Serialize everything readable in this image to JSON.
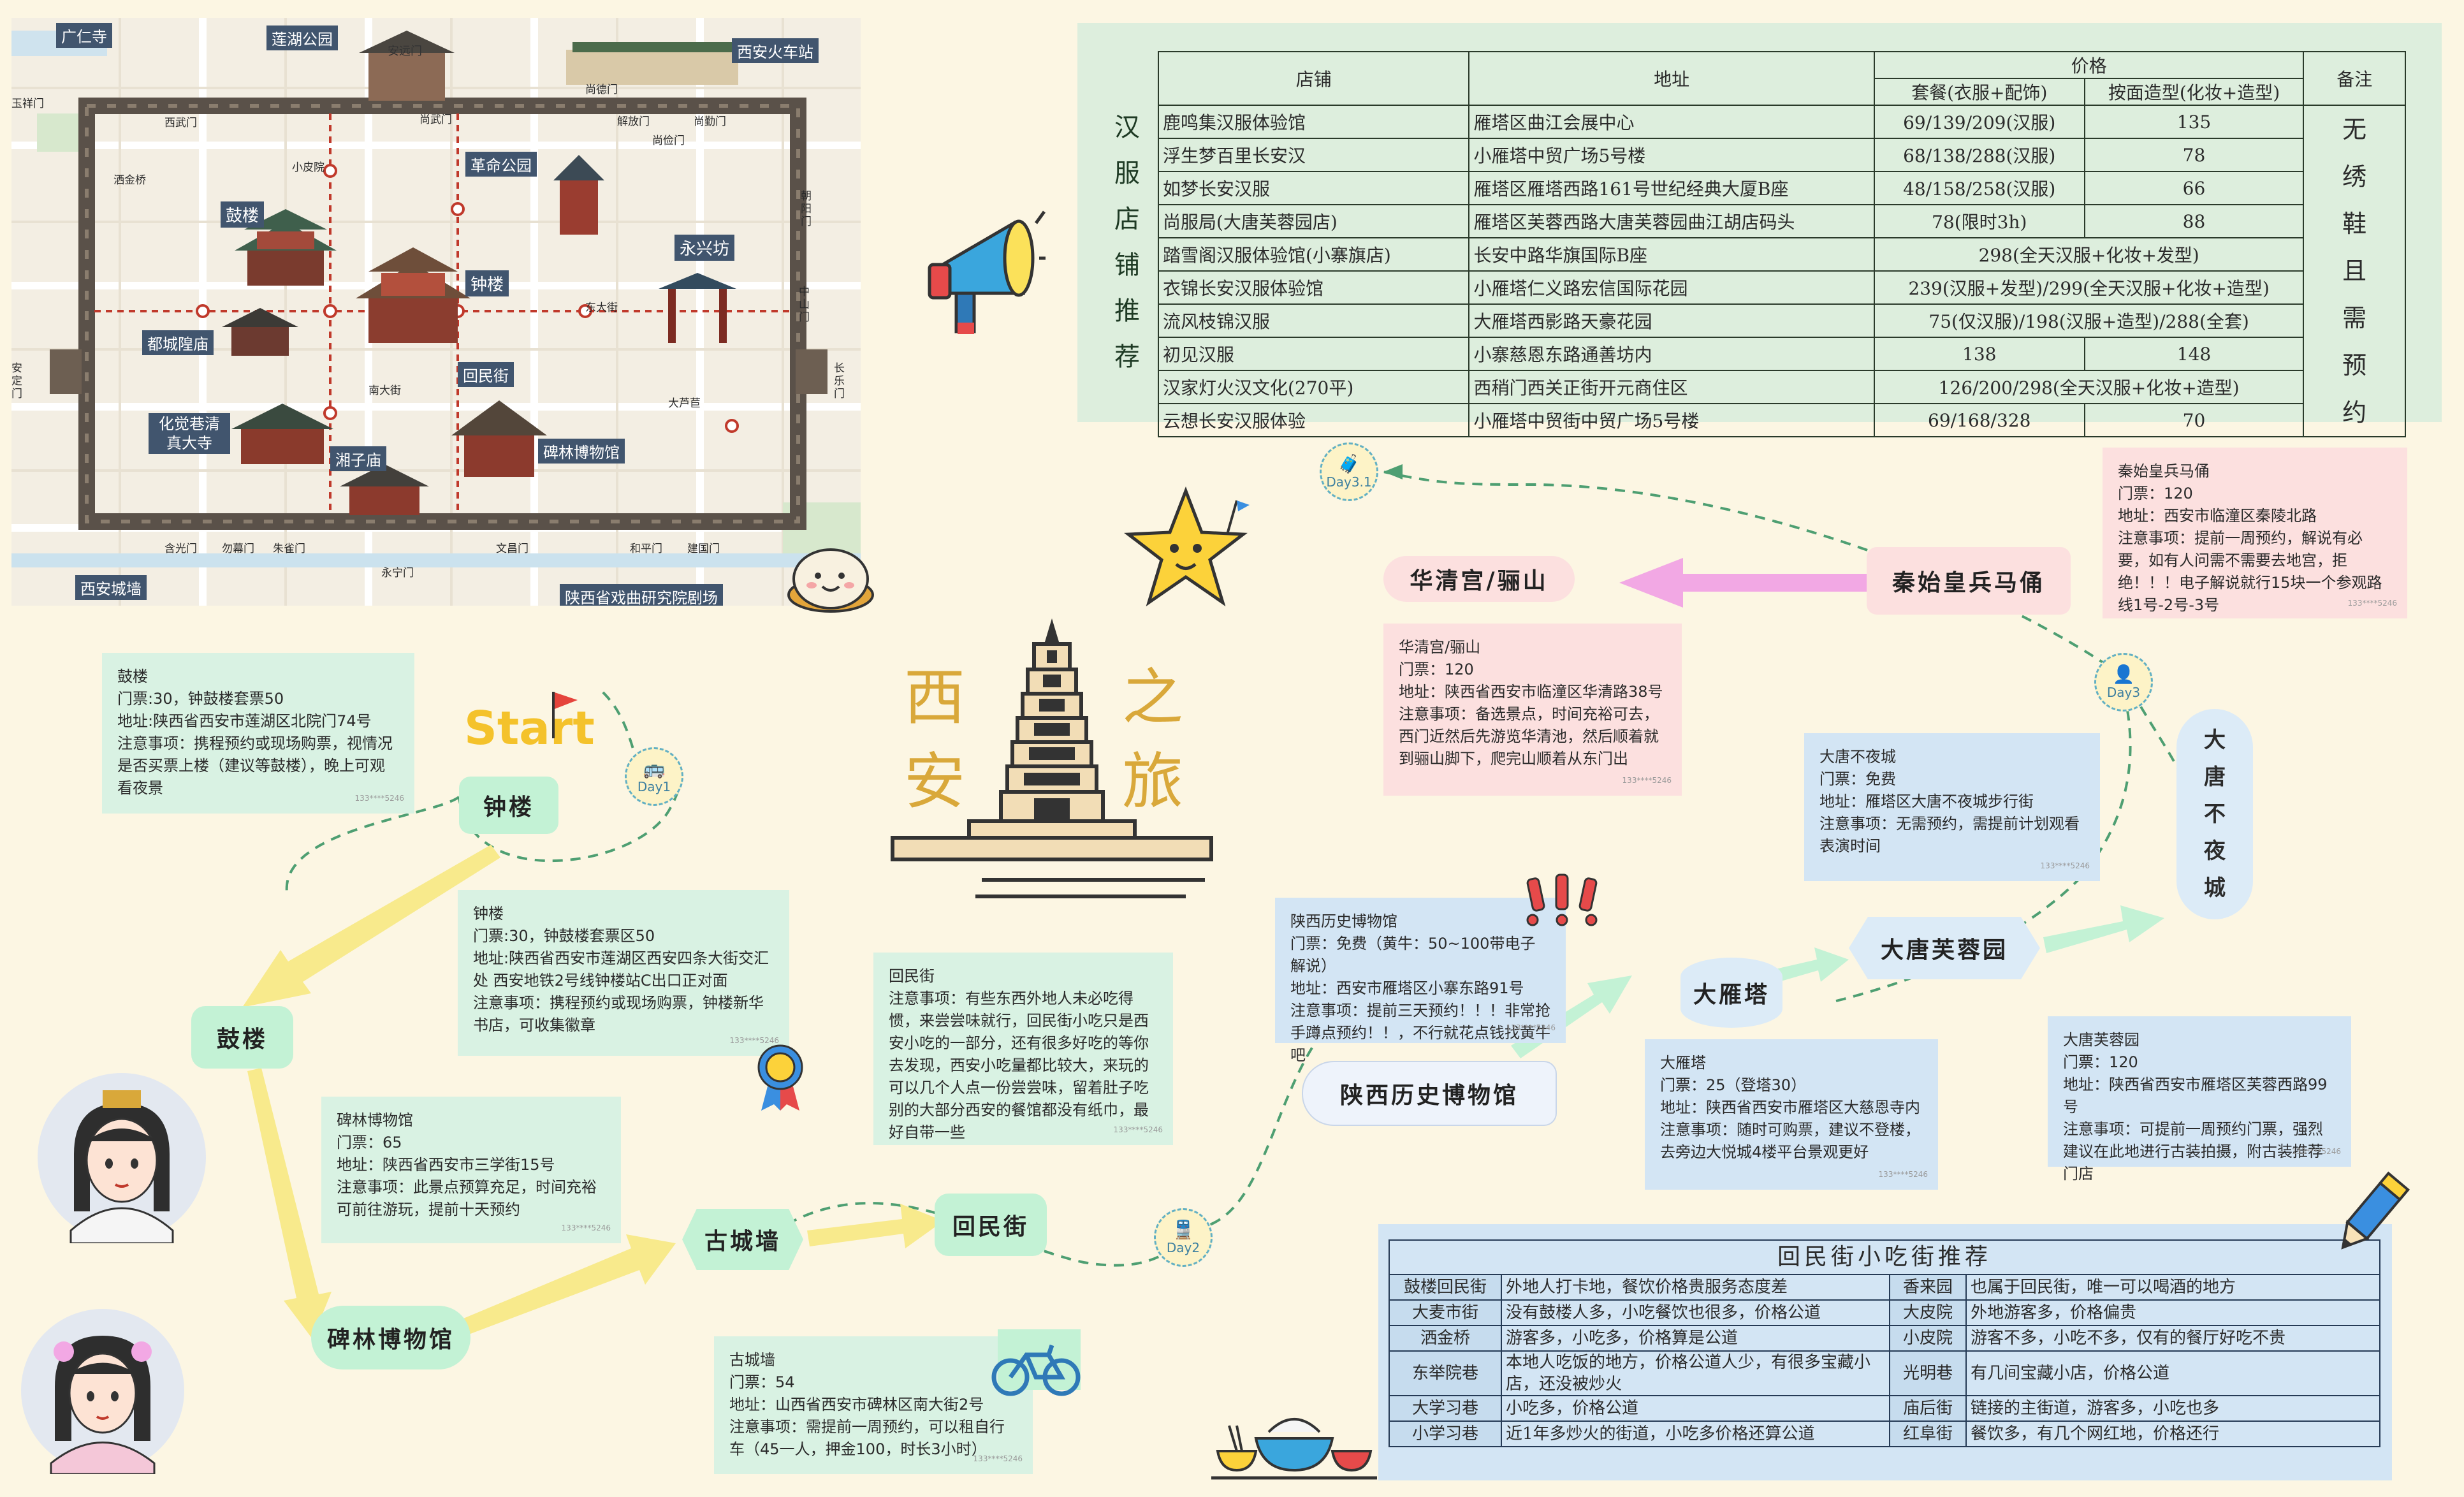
{
  "colors": {
    "page_bg": "#fcf6e3",
    "note_green": "#d9f2e3",
    "note_pink": "#fce0df",
    "note_blue": "#d3e5f4",
    "arrow_yellow": "#f8ea8c",
    "arrow_pink": "#f2a8e4",
    "arrow_green": "#c3f2d5",
    "dash_green": "#4e9f72",
    "map_land": "#f3eee3",
    "map_wall": "#5a5149",
    "table_green": "#ddeedd",
    "table_blue": "#d3e5f4"
  },
  "map": {
    "labels": {
      "guangrensi": "广仁寺",
      "lianhu": "莲湖公园",
      "anyuanmen": "安远门",
      "station": "西安火车站",
      "shangdemen": "尚德门",
      "jiefangmen": "解放门",
      "shangqinmen": "尚勤门",
      "shangjianmen": "尚俭门",
      "xiwumen": "西武门",
      "shangwumen": "尚武门",
      "geming": "革命公园",
      "chaoyangmen": "朝阳门",
      "gulou_map": "鼓楼",
      "yongxingfang": "永兴坊",
      "zhonglou_map": "钟楼",
      "chenghuang": "都城隍庙",
      "huimin_map": "回民街",
      "zhongshanmen": "中山门",
      "anding": "安定门",
      "changle": "长乐门",
      "huajue": "化觉巷清真大寺",
      "beilin_map": "碑林博物馆",
      "xiangzi": "湘子庙",
      "hanguang": "含光门",
      "shuwu": "勿幕门",
      "zhuque": "朱雀门",
      "yongning": "永宁门",
      "wenchang": "文昌门",
      "heping": "和平门",
      "jianguo": "建国门",
      "xianchengqiang": "西安城墙",
      "opera": "陕西省戏曲研究院剧场",
      "yuxiang": "玉祥门",
      "xiaopi": "小皮院",
      "sajin": "洒金桥",
      "dongda": "东大街",
      "nanda": "南大街",
      "dabodie": "大芦苣"
    }
  },
  "title": {
    "c1": "西",
    "c2": "安",
    "c3": "之",
    "c4": "旅"
  },
  "shop_table": {
    "side_label": "汉服店铺推荐",
    "headers": {
      "shop": "店铺",
      "address": "地址",
      "price": "价格",
      "set": "套餐(衣服+配饰)",
      "makeup": "按面造型(化妆+造型)",
      "remark": "备注"
    },
    "remark": "无绣鞋且需预约",
    "rows": [
      {
        "name": "鹿鸣集汉服体验馆",
        "addr": "雁塔区曲江会展中心",
        "set": "69/139/209(汉服)",
        "makeup": "135"
      },
      {
        "name": "浮生梦百里长安汉",
        "addr": "小雁塔中贸广场5号楼",
        "set": "68/138/288(汉服)",
        "makeup": "78"
      },
      {
        "name": "如梦长安汉服",
        "addr": "雁塔区雁塔西路161号世纪经典大厦B座",
        "set": "48/158/258(汉服)",
        "makeup": "66"
      },
      {
        "name": "尚服局(大唐芙蓉园店)",
        "addr": "雁塔区芙蓉西路大唐芙蓉园曲江胡店码头",
        "set": "78(限时3h)",
        "makeup": "88"
      },
      {
        "name": "踏雪阁汉服体验馆(小寨旗店)",
        "addr": "长安中路华旗国际B座",
        "merged": "298(全天汉服+化妆+发型)"
      },
      {
        "name": "衣锦长安汉服体验馆",
        "addr": "小雁塔仁义路宏信国际花园",
        "merged": "239(汉服+发型)/299(全天汉服+化妆+造型)"
      },
      {
        "name": "流风枝锦汉服",
        "addr": "大雁塔西影路天豪花园",
        "merged": "75(仅汉服)/198(汉服+造型)/288(全套)"
      },
      {
        "name": "初见汉服",
        "addr": "小寨慈恩东路通善坊内",
        "set": "138",
        "makeup": "148"
      },
      {
        "name": "汉家灯火汉文化(270平)",
        "addr": "西稍门西关正街开元商住区",
        "merged": "126/200/298(全天汉服+化妆+造型)"
      },
      {
        "name": "云想长安汉服体验",
        "addr": "小雁塔中贸街中贸广场5号楼",
        "set": "69/168/328",
        "makeup": "70"
      }
    ]
  },
  "start_label": "Start",
  "days": {
    "d1": "Day1",
    "d2": "Day2",
    "d3": "Day3",
    "d31": "Day3.1"
  },
  "nodes": {
    "zhonglou": "钟楼",
    "gulou": "鼓楼",
    "beilin": "碑林博物馆",
    "guchengqiang": "古城墙",
    "huiminjie": "回民街",
    "shaanxi_museum": "陕西历史博物馆",
    "dayanta": "大雁塔",
    "furongyuan": "大唐芙蓉园",
    "budaycheng": "大唐不夜城",
    "huaqing": "华清宫/骊山",
    "bingma": "秦始皇兵马俑"
  },
  "notes": {
    "gulou": "鼓楼\n门票:30，钟鼓楼套票50\n地址:陕西省西安市莲湖区北院门74号\n注意事项：携程预约或现场购票，视情况是否买票上楼（建议等鼓楼），晚上可观看夜景",
    "zhonglou": "钟楼\n门票:30，钟鼓楼套票区50\n地址:陕西省西安市莲湖区西安四条大街交汇处 西安地铁2号线钟楼站C出口正对面\n注意事项：携程预约或现场购票，钟楼新华书店，可收集徽章",
    "beilin": "碑林博物馆\n门票：65\n地址：陕西省西安市三学街15号\n注意事项：此景点预算充足，时间充裕可前往游玩，提前十天预约",
    "guchengqiang": "古城墙\n门票：54\n地址：山西省西安市碑林区南大街2号\n注意事项：需提前一周预约，可以租自行车（45一人，押金100，时长3小时）",
    "huiminjie": "回民街\n注意事项：有些东西外地人未必吃得惯，来尝尝味就行，回民街小吃只是西安小吃的一部分，还有很多好吃的等你去发现，西安小吃量都比较大，来玩的可以几个人点一份尝尝味，留着肚子吃别的大部分西安的餐馆都没有纸巾，最好自带一些",
    "shaanxi_museum": "陕西历史博物馆\n门票：免费（黄牛：50~100带电子解说）\n地址：西安市雁塔区小寨东路91号\n注意事项：提前三天预约！！！非常抢手蹲点预约！！，不行就花点钱找黄牛吧",
    "dayanta": "大雁塔\n门票：25（登塔30）\n地址：陕西省西安市雁塔区大慈恩寺内\n注意事项：随时可购票，建议不登楼，去旁边大悦城4楼平台景观更好",
    "budaycheng": "大唐不夜城\n门票：免费\n地址：雁塔区大唐不夜城步行街\n注意事项：无需预约，需提前计划观看表演时间",
    "furongyuan": "大唐芙蓉园\n门票：120\n地址：陕西省西安市雁塔区芙蓉西路99号\n注意事项：可提前一周预约门票，强烈建议在此地进行古装拍摄，附古装推荐门店",
    "huaqing": "华清宫/骊山\n门票：120\n地址：陕西省西安市临潼区华清路38号\n注意事项：备选景点，时间充裕可去，西门近然后先游览华清池，然后顺着就到骊山脚下，爬完山顺着从东门出",
    "bingma": "秦始皇兵马俑\n门票：120\n地址：西安市临潼区秦陵北路\n注意事项：提前一周预约，解说有必要，如有人问需不需要去地宫，拒绝！！！电子解说就行15块一个参观路线1号-2号-3号"
  },
  "watermark": "133****5246",
  "snack_table": {
    "title": "回民街小吃街推荐",
    "rows": [
      [
        "鼓楼回民街",
        "外地人打卡地，餐饮价格贵服务态度差",
        "香来园",
        "也属于回民街，唯一可以喝酒的地方"
      ],
      [
        "大麦市街",
        "没有鼓楼人多，小吃餐饮也很多，价格公道",
        "大皮院",
        "外地游客多，价格偏贵"
      ],
      [
        "洒金桥",
        "游客多，小吃多，价格算是公道",
        "小皮院",
        "游客不多，小吃不多，仅有的餐厅好吃不贵"
      ],
      [
        "东举院巷",
        "本地人吃饭的地方，价格公道人少，有很多宝藏小店，还没被炒火",
        "光明巷",
        "有几间宝藏小店，价格公道"
      ],
      [
        "大学习巷",
        "小吃多，价格公道",
        "庙后街",
        "链接的主街道，游客多，小吃也多"
      ],
      [
        "小学习巷",
        "近1年多炒火的街道，小吃多价格还算公道",
        "红阜街",
        "餐饮多，有几个网红地，价格还行"
      ]
    ]
  },
  "icons": {
    "megaphone": "megaphone-icon",
    "star": "star-mascot-icon",
    "flag": "flag-icon",
    "medal": "medal-icon",
    "bike": "bicycle-icon",
    "pencil": "pencil-icon",
    "food": "food-bowls-icon",
    "bao": "steamed-bun-icon",
    "pagoda": "pagoda-icon",
    "exclaim": "exclamation-icon"
  }
}
